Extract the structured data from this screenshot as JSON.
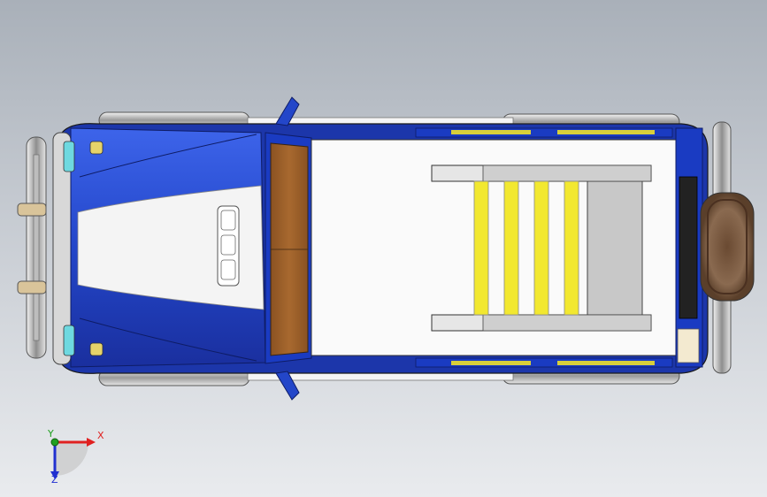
{
  "triad": {
    "x_label": "X",
    "y_label": "Y",
    "z_label": "Z"
  },
  "colors": {
    "background_top": "#a9b0b9",
    "background_bottom": "#e9ebee",
    "body_blue": "#2a4fd6",
    "body_blue_dark": "#1a2f9e",
    "hood_white": "#f4f4f4",
    "dash_brown": "#9a5f2a",
    "rack_yellow": "#f2e830",
    "rack_gray": "#c8c8c8",
    "tire_brown": "#7a5a40",
    "x_axis_red": "#e02020",
    "y_axis_green": "#20a020",
    "z_axis_blue": "#2030d0"
  }
}
